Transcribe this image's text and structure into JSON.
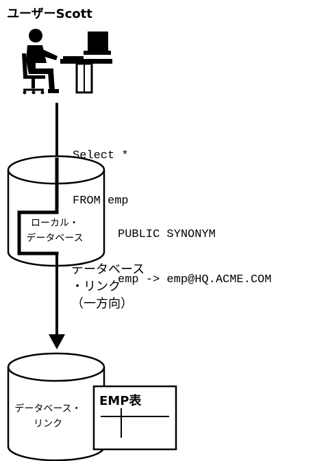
{
  "user": {
    "label": "ユーザーScott",
    "icon": "user-at-workstation-icon"
  },
  "query": {
    "line1": "Select *",
    "line2": "FROM emp"
  },
  "synonym": {
    "line1": "PUBLIC SYNONYM",
    "line2": "emp -> emp@HQ.ACME.COM"
  },
  "local_db": {
    "line1": "ローカル・",
    "line2": "データベース",
    "icon": "database-cylinder-icon"
  },
  "db_link": {
    "line1": "データベース",
    "line2": "・リンク",
    "line3": "（一方向）"
  },
  "remote_db": {
    "line1": "データベース・",
    "line2": "リンク",
    "icon": "database-cylinder-icon"
  },
  "table": {
    "title": "EMP表",
    "icon": "table-icon"
  },
  "colors": {
    "ink": "#000000",
    "background": "#ffffff"
  }
}
